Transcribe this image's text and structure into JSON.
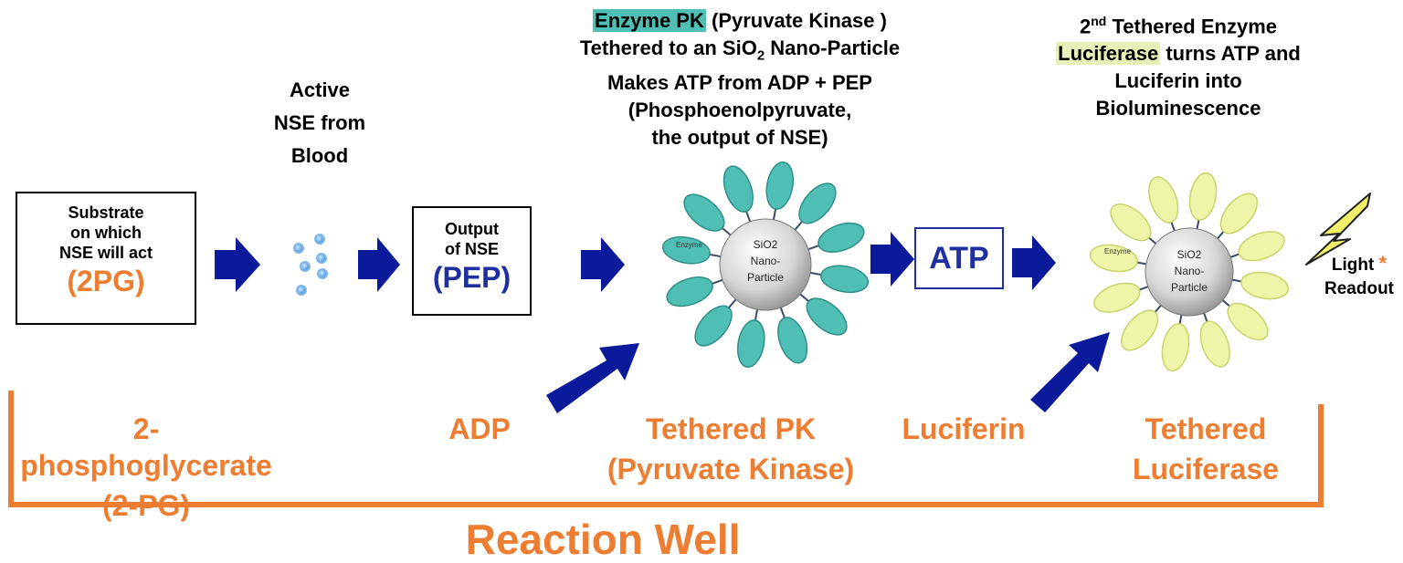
{
  "steps": {
    "substrate_box": {
      "line1": "Substrate",
      "line2": "on which",
      "line3": "NSE will act",
      "code": "(2PG)"
    },
    "nse": {
      "line1": "Active",
      "line2": "NSE from",
      "line3": "Blood"
    },
    "output_box": {
      "line1": "Output",
      "line2": "of NSE",
      "code": "(PEP)"
    },
    "pk_header": {
      "highlight": "Enzyme PK",
      "line1_rest": " (Pyruvate Kinase )",
      "line2_pre": "Tethered to an SiO",
      "line2_sub": "2",
      "line2_post": " Nano-Particle",
      "line3": "Makes ATP from ADP + PEP",
      "line4": "(Phosphoenolpyruvate,",
      "line5": "the output of NSE)"
    },
    "atp_box": {
      "label": "ATP"
    },
    "luciferase_header": {
      "line1_pre": "2",
      "line1_sup": "nd",
      "line1_post": " Tethered Enzyme",
      "highlight": "Luciferase",
      "line2_rest": " turns  ATP and",
      "line3": "Luciferin  into",
      "line4": "Bioluminescence"
    },
    "light": {
      "line1": "Light",
      "star": "*",
      "line2": "Readout"
    }
  },
  "nanoparticles": {
    "pk": {
      "line1": "SiO2",
      "line2": "Nano-",
      "line3": "Particle",
      "enzyme": "Enzyme"
    },
    "luciferase": {
      "line1": "SiO2",
      "line2": "Nano-",
      "line3": "Particle",
      "enzyme": "Enzyme"
    }
  },
  "well_labels": {
    "substrate_line1": "2-phosphoglycerate",
    "substrate_line2": "(2-PG)",
    "adp": "ADP",
    "pk_line1": "Tethered PK",
    "pk_line2": "(Pyruvate Kinase)",
    "luciferin": "Luciferin",
    "luciferase_line1": "Tethered",
    "luciferase_line2": "Luciferase"
  },
  "well_title": "Reaction Well",
  "colors": {
    "orange": "#ed7d31",
    "arrow_blue": "#0a1a9a",
    "teal_enzyme": "#4fbfb6",
    "yellow_enzyme": "#eef5a8",
    "pep_blue": "#1f2f9f"
  }
}
